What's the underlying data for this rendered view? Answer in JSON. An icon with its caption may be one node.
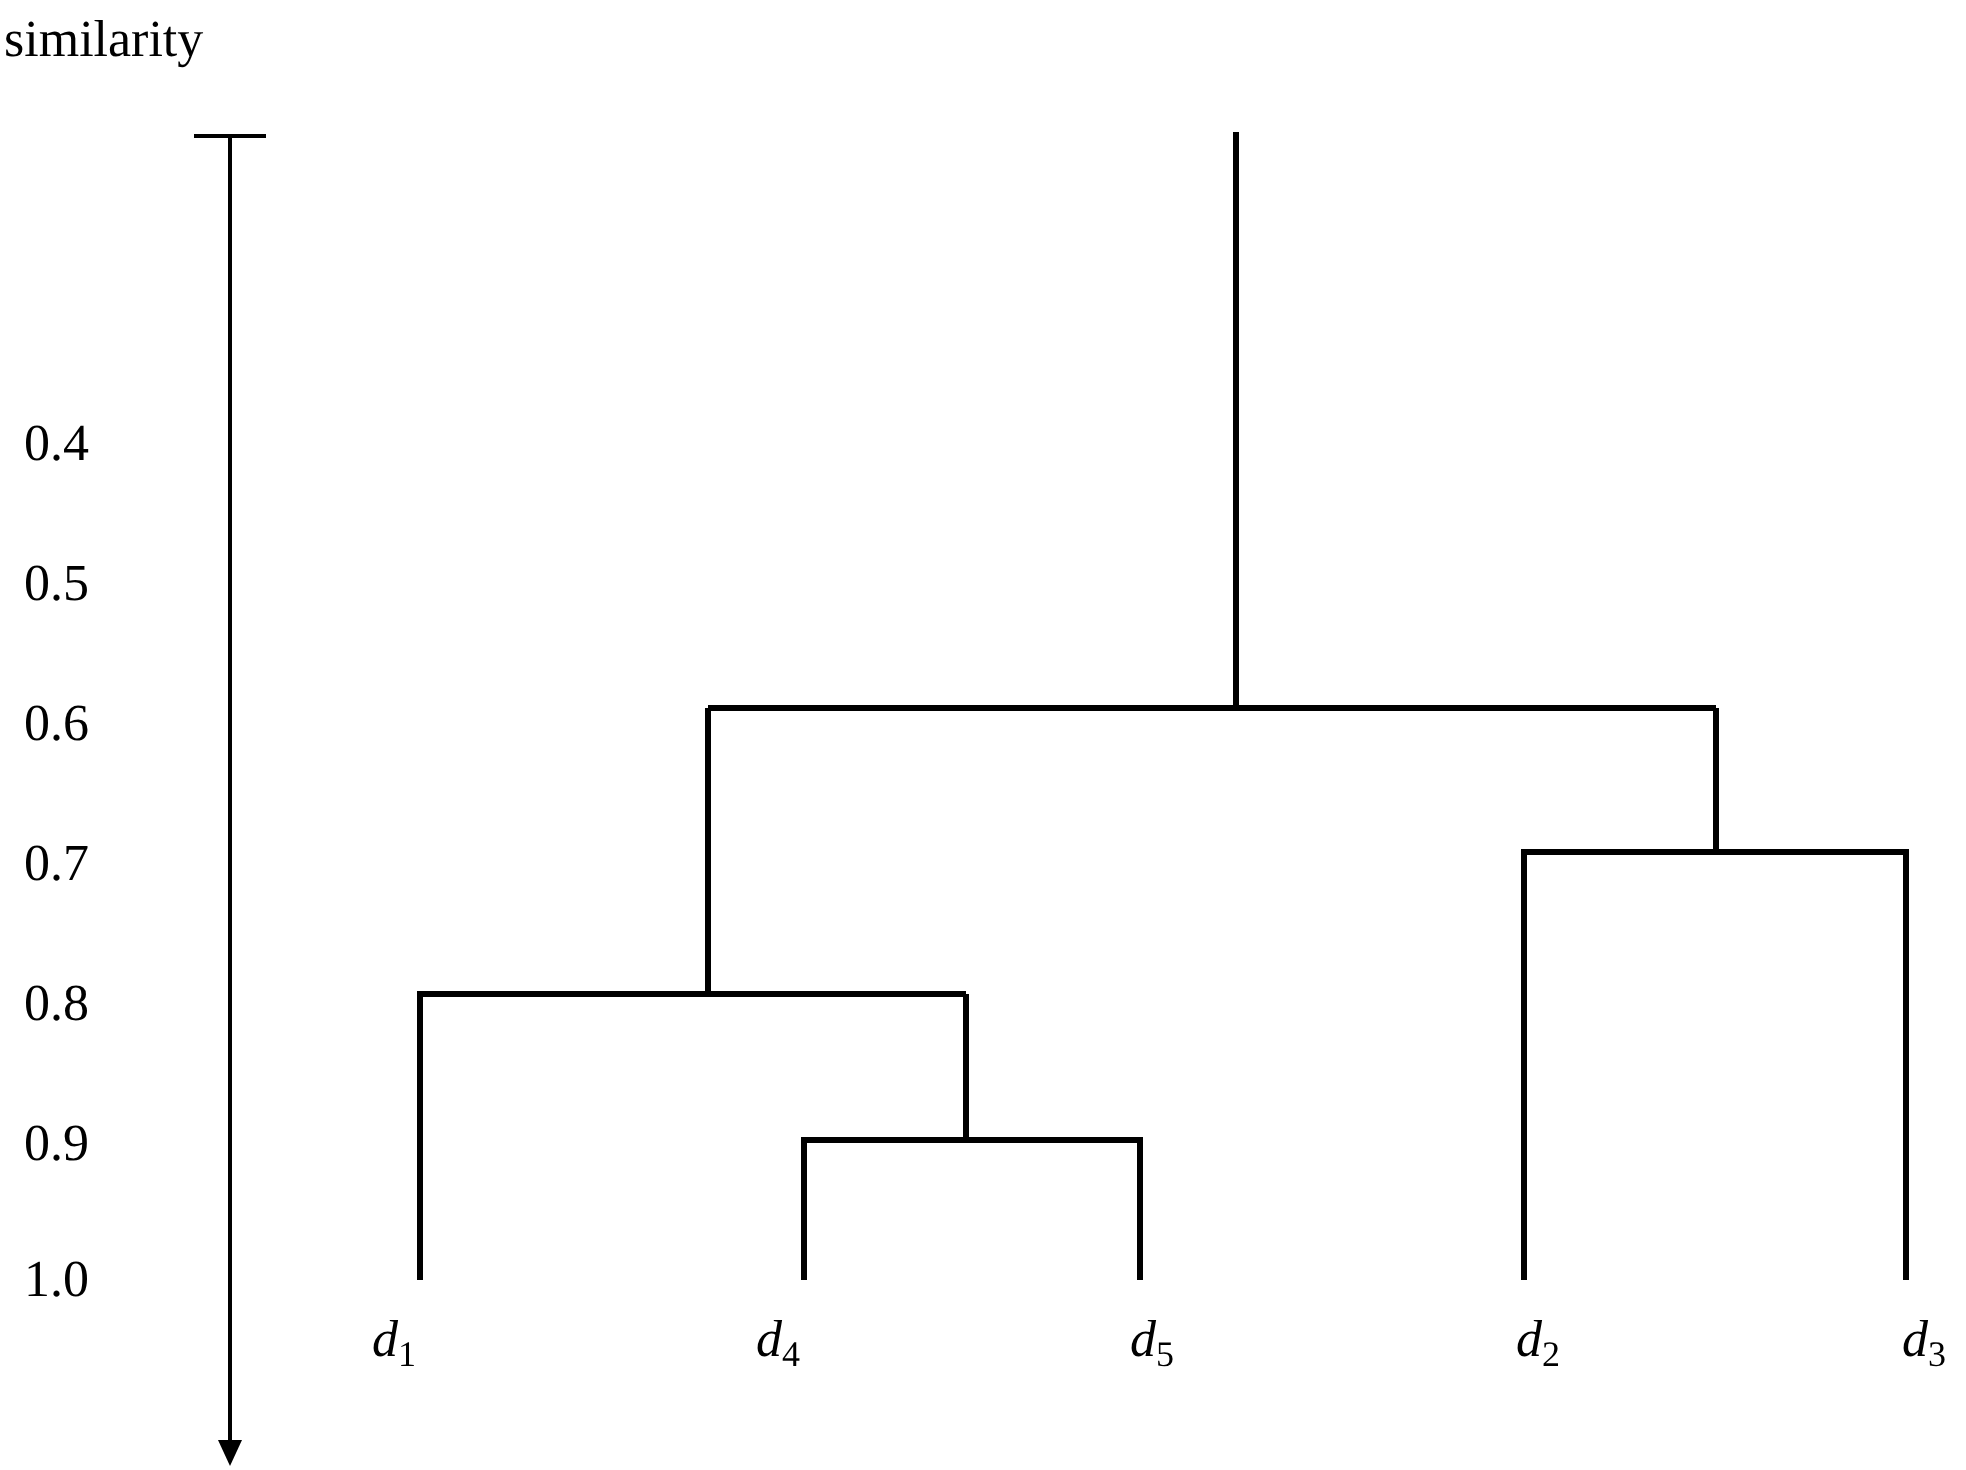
{
  "diagram": {
    "labels": [
      "similarity",
      "0.4",
      "0.5",
      "0.6",
      "0.7",
      "0.8",
      "0.9",
      "1.0",
      "*d*$_{1}$",
      "*d*$_{4}$",
      "*d*$_{5}$",
      "*d*$_{2}$",
      "*d*$_{3}$"
    ]
  }
}
